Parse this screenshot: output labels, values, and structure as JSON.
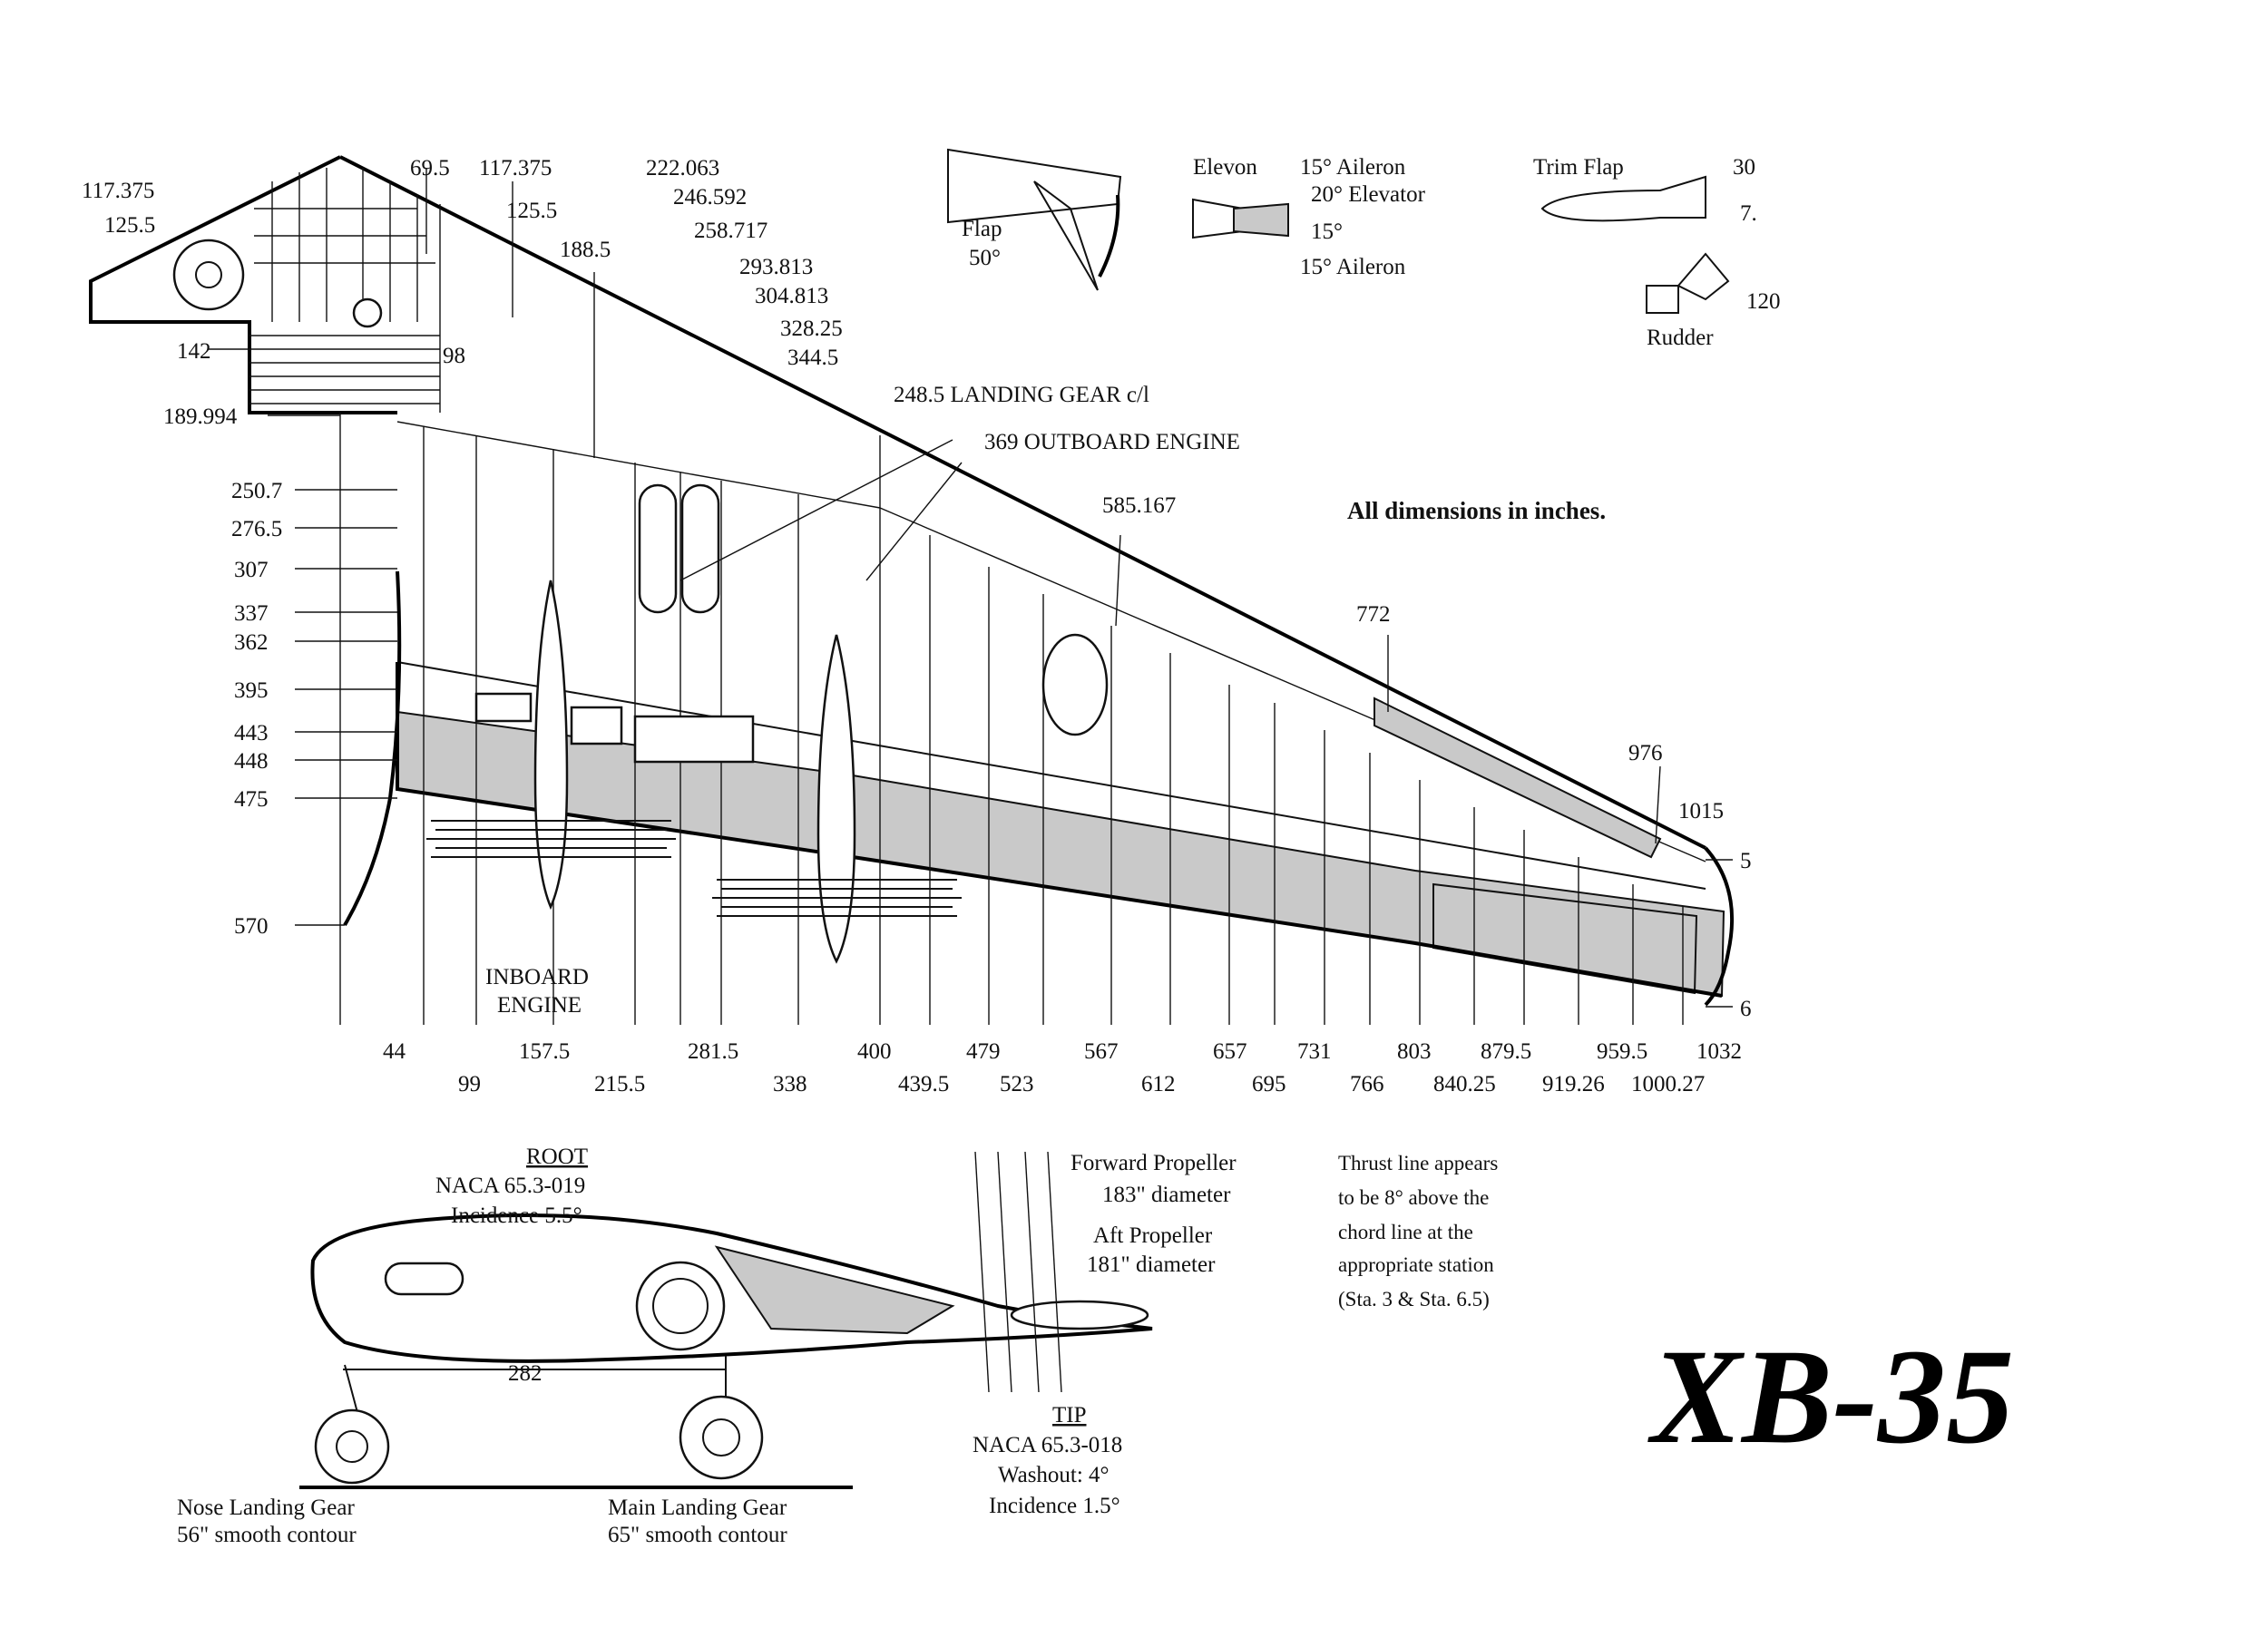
{
  "title": "XB-35",
  "note": "All dimensions in inches.",
  "landing_gear_label": "248.5 LANDING GEAR c/l",
  "outboard_engine_label": "369 OUTBOARD ENGINE",
  "inboard_engine_label": [
    "INBOARD",
    "ENGINE"
  ],
  "top_stations": [
    "69.5",
    "117.375",
    "125.5",
    "188.5",
    "222.063",
    "246.592",
    "258.717",
    "293.813",
    "304.813",
    "328.25",
    "344.5",
    "585.167",
    "772",
    "976",
    "1015"
  ],
  "left_stations": [
    "117.375",
    "125.5",
    "142",
    "98",
    "189.994",
    "250.7",
    "276.5",
    "307",
    "337",
    "362",
    "395",
    "443",
    "448",
    "475",
    "570"
  ],
  "tip_marks": [
    "5",
    "6"
  ],
  "bottom_stations_row1": [
    "44",
    "157.5",
    "281.5",
    "400",
    "479",
    "567",
    "657",
    "731",
    "803",
    "879.5",
    "959.5",
    "1032"
  ],
  "bottom_stations_row2": [
    "99",
    "215.5",
    "338",
    "439.5",
    "523",
    "612",
    "695",
    "766",
    "840.25",
    "919.26",
    "1000.27"
  ],
  "control_surfaces": {
    "flap": {
      "name": "Flap",
      "angle": "50°"
    },
    "elevon": {
      "name": "Elevon",
      "aileron_up": "15° Aileron",
      "elevator": "20° Elevator",
      "down": "15°",
      "aileron_down": "15° Aileron"
    },
    "trim_flap": {
      "name": "Trim Flap",
      "up": "30",
      "down": "7."
    },
    "rudder": {
      "name": "Rudder",
      "angle": "120"
    }
  },
  "root_section": {
    "heading": "ROOT",
    "airfoil": "NACA 65.3-019",
    "incidence": "Incidence 5.5°",
    "wheelbase": "282"
  },
  "tip_section": {
    "heading": "TIP",
    "airfoil": "NACA 65.3-018",
    "washout": "Washout: 4°",
    "incidence": "Incidence 1.5°"
  },
  "propellers": {
    "forward_name": "Forward Propeller",
    "forward_dia": "183\" diameter",
    "aft_name": "Aft Propeller",
    "aft_dia": "181\" diameter"
  },
  "thrust_note": [
    "Thrust line appears",
    "to be 8° above the",
    "chord line at the",
    "appropriate station",
    "(Sta. 3 & Sta. 6.5)"
  ],
  "nose_gear": {
    "name": "Nose Landing Gear",
    "size": "56\" smooth contour"
  },
  "main_gear": {
    "name": "Main Landing Gear",
    "size": "65\" smooth contour"
  }
}
